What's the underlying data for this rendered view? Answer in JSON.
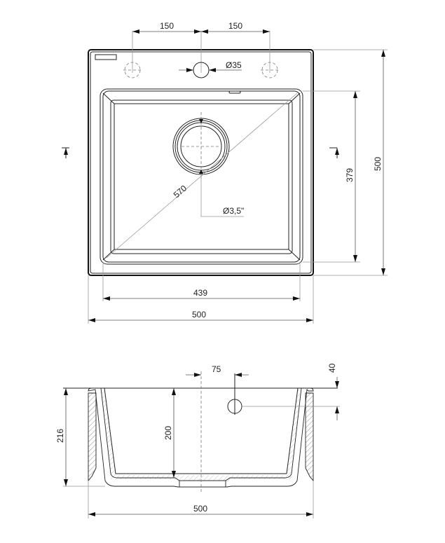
{
  "drawing": {
    "top_view": {
      "tap_hole_spacing_left": "150",
      "tap_hole_spacing_right": "150",
      "tap_hole_diameter": "Ø35",
      "bowl_diagonal": "570",
      "drain_diameter": "Ø3,5\"",
      "bowl_width": "439",
      "overall_width": "500",
      "bowl_depth": "379",
      "overall_depth": "500"
    },
    "section_view": {
      "overflow_offset": "75",
      "overflow_height": "40",
      "overall_height": "216",
      "bowl_height": "200",
      "overall_width": "500"
    }
  }
}
